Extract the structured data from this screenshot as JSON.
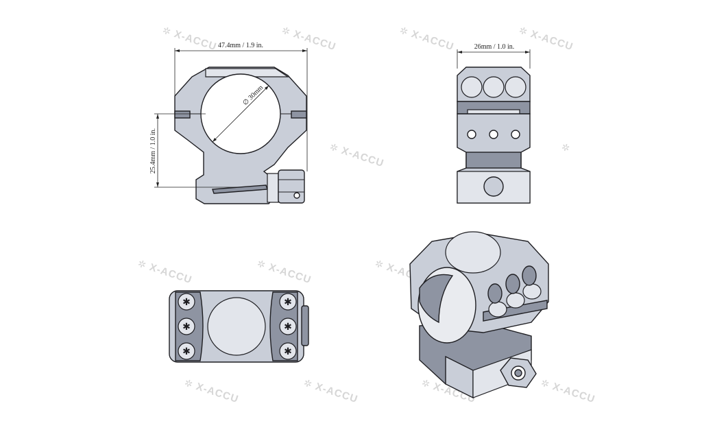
{
  "watermark": {
    "text": "X-ACCU",
    "star": "✲"
  },
  "views": {
    "front": {
      "width_label": "47.4mm / 1.9 in.",
      "height_label": "25.4mm / 1.0 in.",
      "diameter_label": "∅ 30mm"
    },
    "side": {
      "width_label": "26mm / 1.0 in."
    },
    "top": {},
    "iso": {}
  },
  "colors": {
    "metal": "#c9ced8",
    "metal_dark": "#8e94a2",
    "outline": "#1e1e22",
    "watermark": "#d6d6d6"
  }
}
